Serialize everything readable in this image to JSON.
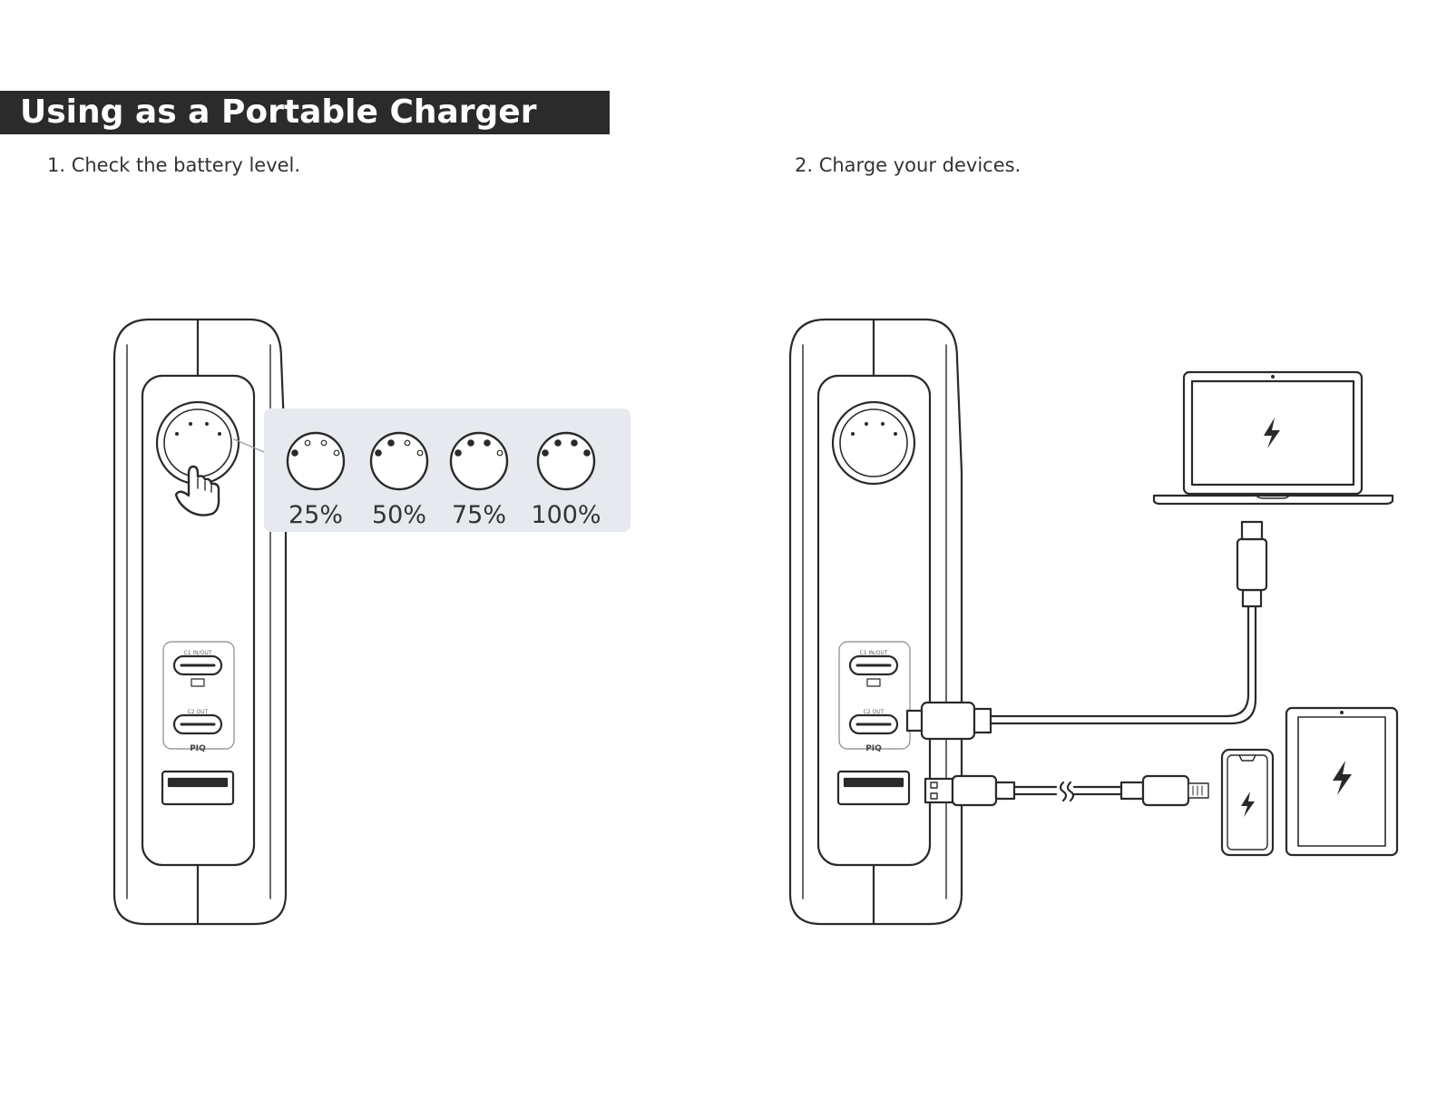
{
  "title": "Using as a Portable Charger",
  "steps": [
    {
      "label": "1. Check the battery level."
    },
    {
      "label": "2. Charge your devices."
    }
  ],
  "battery_levels": [
    {
      "label": "25%",
      "lit": 1
    },
    {
      "label": "50%",
      "lit": 2
    },
    {
      "label": "75%",
      "lit": 3
    },
    {
      "label": "100%",
      "lit": 4
    }
  ],
  "ports": {
    "c1": "C1 IN/OUT",
    "c2": "C2 OUT",
    "piq": "PIQ"
  },
  "icons": {
    "press": "hand-press-icon",
    "charge": "lightning-bolt-icon"
  },
  "colors": {
    "title_bg": "#2b2b2b",
    "panel_bg": "#e6e9ee",
    "line": "#2a2a2a"
  }
}
